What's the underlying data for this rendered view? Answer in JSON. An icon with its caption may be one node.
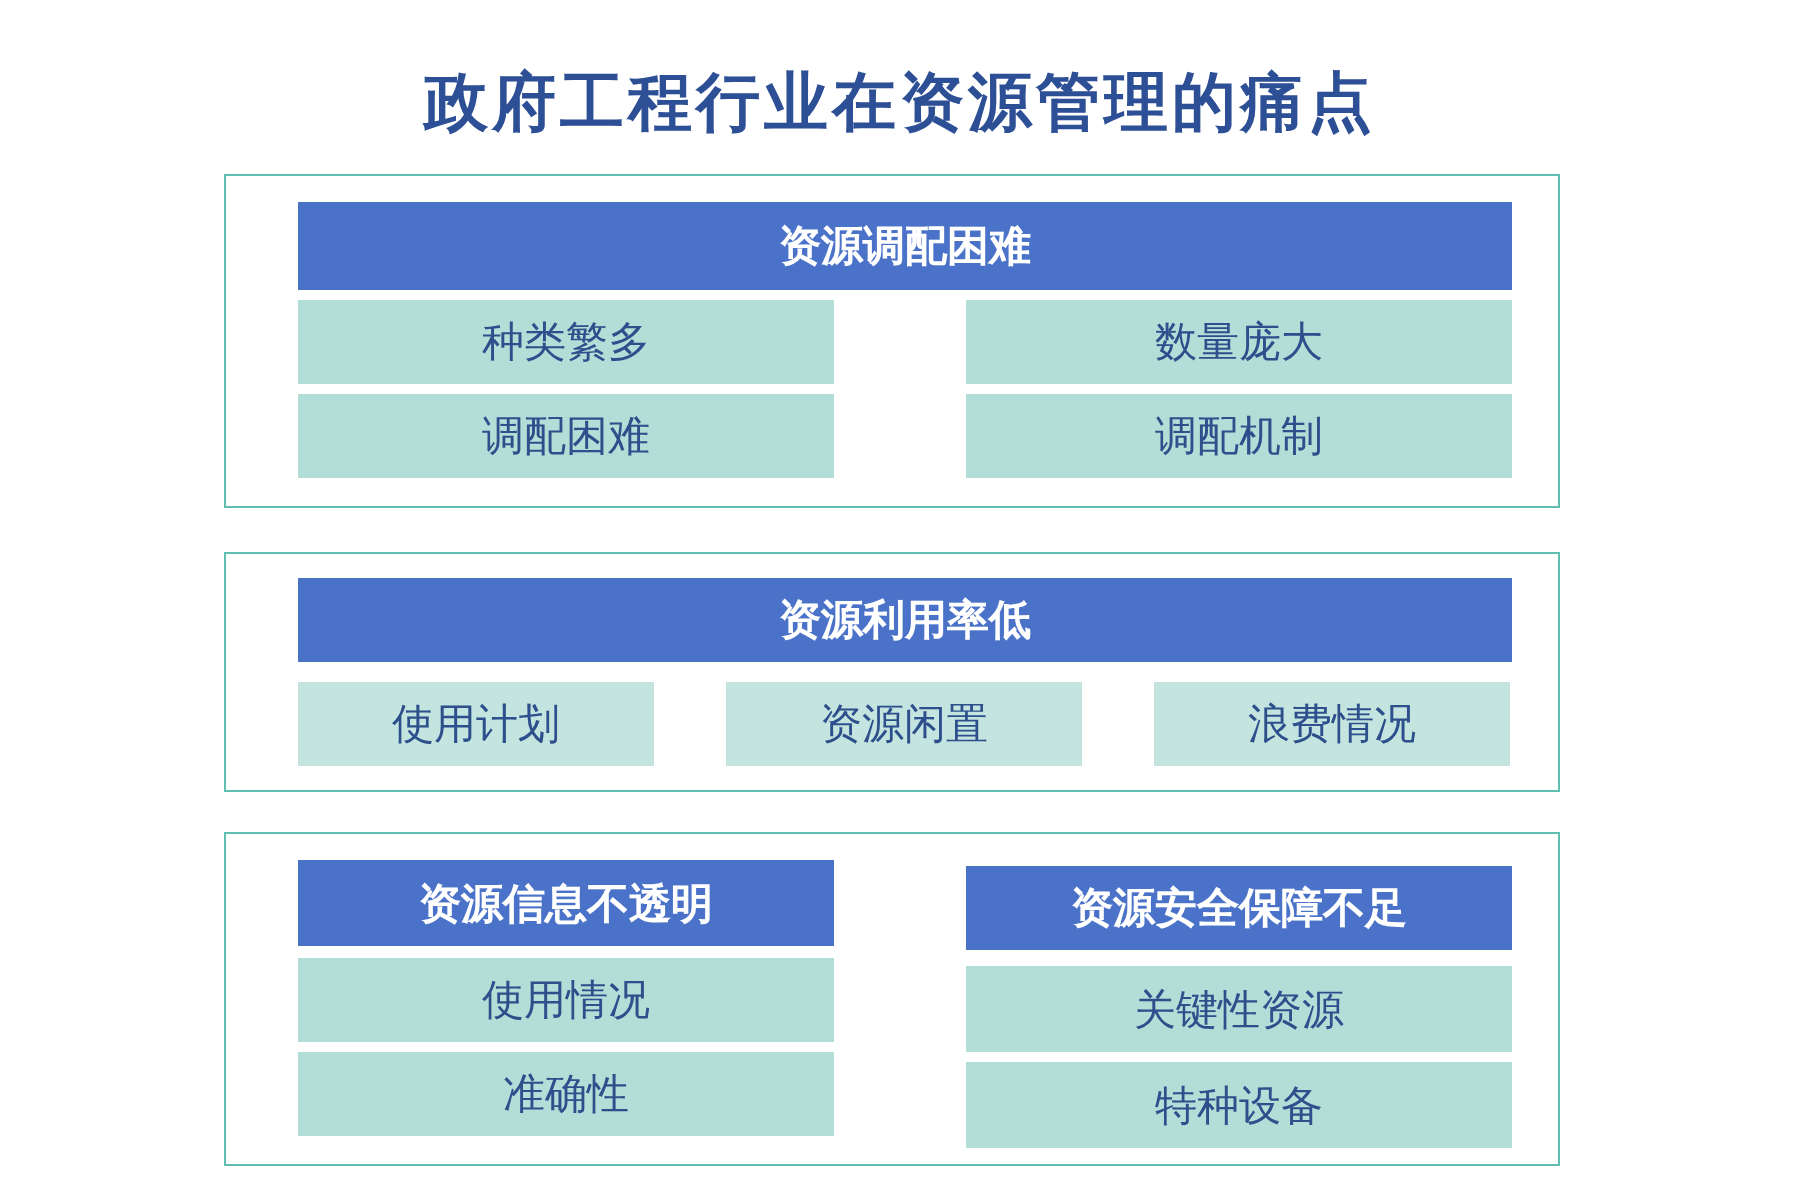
{
  "diagram": {
    "title": "政府工程行业在资源管理的痛点",
    "nodes": [
      {
        "text": [],
        "shape": "box"
      },
      {
        "text": [
          "资源调配困难"
        ],
        "in": 0
      },
      {
        "text": [
          "种类繁多"
        ],
        "in": 0
      },
      {
        "text": [
          "数量庞大"
        ],
        "in": 0
      },
      {
        "text": [
          "调配困难"
        ],
        "in": 0
      },
      {
        "text": [
          "调配机制"
        ],
        "in": 0
      },
      {
        "text": [],
        "shape": "box"
      },
      {
        "text": [
          "资源利用率低"
        ],
        "in": 6
      },
      {
        "text": [
          "使用计划"
        ],
        "in": 6
      },
      {
        "text": [
          "资源闲置"
        ],
        "in": 6
      },
      {
        "text": [
          "浪费情况"
        ],
        "in": 6
      },
      {
        "text": [],
        "shape": "box"
      },
      {
        "text": [
          "资源信息不透明"
        ],
        "in": 11
      },
      {
        "text": [
          "使用情况"
        ],
        "in": 11
      },
      {
        "text": [
          "准确性"
        ],
        "in": 11
      },
      {
        "text": [
          "资源安全保障不足"
        ],
        "in": 11
      },
      {
        "text": [
          "关键性资源"
        ],
        "in": 11
      },
      {
        "text": [
          "特种设备"
        ],
        "in": 11
      }
    ],
    "edges": []
  }
}
